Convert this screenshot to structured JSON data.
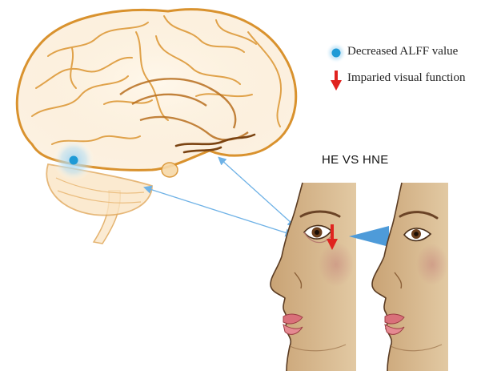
{
  "legend": {
    "decreased_label": "Decreased ALFF value",
    "impaired_label": "Imparied visual function"
  },
  "comparison_title": "HE VS HNE",
  "colors": {
    "brain_outline": "#d9922e",
    "brain_dark": "#6a3b10",
    "alff_dot": "#1e9ad6",
    "alff_glow": "#9fd3f0",
    "impaired_arrow": "#e0231f",
    "connector_arrow": "#6fb2e6",
    "gaze_arrow": "#4e9bd9",
    "skin": "#c8a277",
    "skin_shadow": "#a98052",
    "lips": "#d9707a"
  },
  "icons": [
    "blue-dot-icon",
    "red-down-arrow-icon",
    "blue-triangle-arrow-icon"
  ]
}
